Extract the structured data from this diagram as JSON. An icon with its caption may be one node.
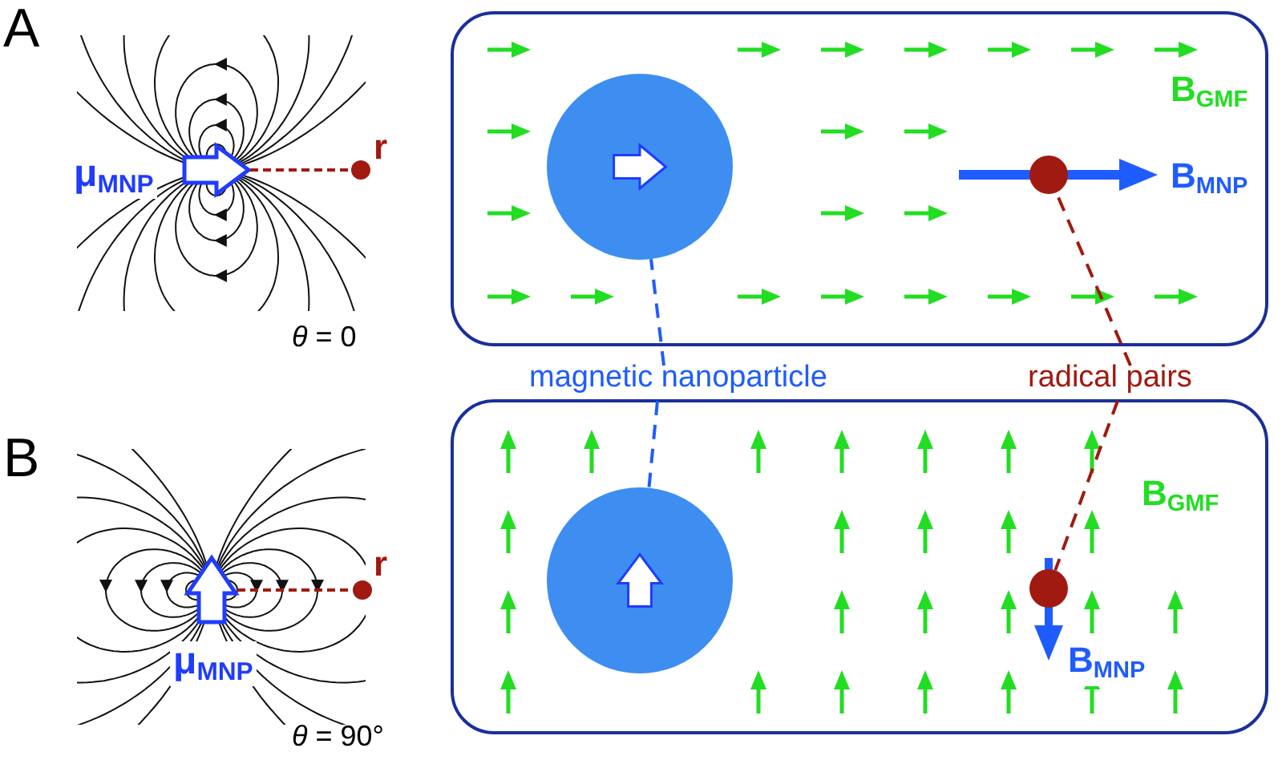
{
  "diagram": {
    "nodes": [
      {
        "text": [
          "magnetic nanoparticle"
        ]
      },
      {
        "text": [
          "radical pairs"
        ]
      },
      {
        "text": [],
        "shape": "circle"
      },
      {
        "text": [],
        "shape": "circle"
      },
      {
        "text": [],
        "shape": "circle"
      },
      {
        "text": [],
        "shape": "circle"
      }
    ],
    "edges": [
      {
        "from": 0,
        "to": 2,
        "arrow": "none",
        "style": "dashed",
        "color": "#1f5cff"
      },
      {
        "from": 0,
        "to": 4,
        "arrow": "none",
        "style": "dashed",
        "color": "#1f5cff"
      },
      {
        "from": 1,
        "to": 3,
        "arrow": "none",
        "style": "dashed",
        "color": "#a01a10"
      },
      {
        "from": 1,
        "to": 5,
        "arrow": "none",
        "style": "dashed",
        "color": "#a01a10"
      }
    ],
    "labels": [
      "A",
      "μ$_{MNP}$",
      "r",
      "B$_{GMF}$",
      "B$_{MNP}$",
      "*θ* = 0",
      "B",
      "μ$_{MNP}$",
      "r",
      "B$_{GMF}$",
      "*θ* = 90°",
      "B$_{MNP}$"
    ]
  }
}
